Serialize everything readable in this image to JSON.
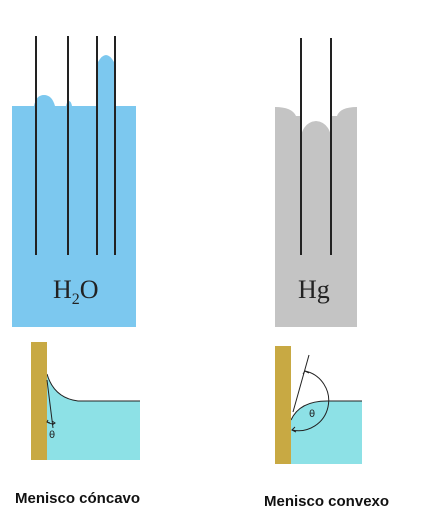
{
  "water_panel": {
    "label_main": "H",
    "label_subscript": "2",
    "label_tail": "O",
    "fill_color": "#7CC8EF"
  },
  "mercury_panel": {
    "label": "Hg",
    "fill_color": "#C4C4C4"
  },
  "concave_detail": {
    "angle_label": "θ",
    "wall_color": "#C8A943",
    "liquid_color": "#8DE1E6"
  },
  "convex_detail": {
    "angle_label": "θ",
    "wall_color": "#C8A943",
    "liquid_color": "#8DE1E6"
  },
  "captions": {
    "concave": "Menisco cóncavo",
    "convex": "Menisco convexo"
  }
}
